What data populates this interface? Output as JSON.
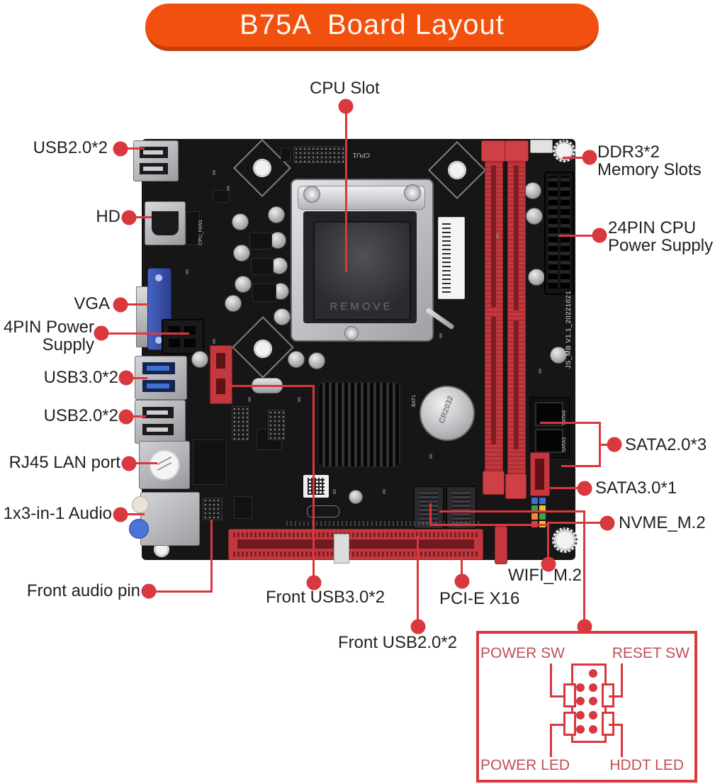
{
  "banner": {
    "title": "B75A  Board Layout"
  },
  "callouts": {
    "cpu_slot": "CPU Slot",
    "usb2_top": "USB2.0*2",
    "hd": "HD",
    "vga": "VGA",
    "pin4_l1": "4PIN Power",
    "pin4_l2": "Supply",
    "usb3": "USB3.0*2",
    "usb2_mid": "USB2.0*2",
    "rj45": "RJ45 LAN port",
    "audio": "1x3-in-1 Audio",
    "front_audio": "Front audio pin",
    "ddr_l1": "DDR3*2",
    "ddr_l2": "Memory Slots",
    "pwr24_l1": "24PIN CPU",
    "pwr24_l2": "Power Supply",
    "sata2": "SATA2.0*3",
    "sata3": "SATA3.0*1",
    "nvme": "NVME_M.2",
    "wifi": "WIFI_M.2",
    "front_usb3": "Front USB3.0*2",
    "pcie": "PCI-E X16",
    "front_usb2": "Front USB2.0*2"
  },
  "front_panel_box": {
    "power_sw": "POWER SW",
    "reset_sw": "RESET SW",
    "power_led": "POWER LED",
    "hddt_led": "HDDT LED"
  },
  "silkscreen": {
    "cpu1": "CPU1",
    "cpu_fan": "CPU_FAN1",
    "remove": "REMOVE",
    "battery": "CR2032",
    "bat1": "BAT1",
    "version": "JS_MB V1.1_20221021",
    "sata4": "SATA4",
    "sata3": "SATA3"
  },
  "colors": {
    "banner_orange": "#F2500F",
    "banner_shadow": "#C23F07",
    "annotation_red": "#D8383E",
    "slot_red": "#C2383E",
    "pcb_black": "#161616",
    "label_text": "#222222",
    "box_text": "#C05056"
  }
}
